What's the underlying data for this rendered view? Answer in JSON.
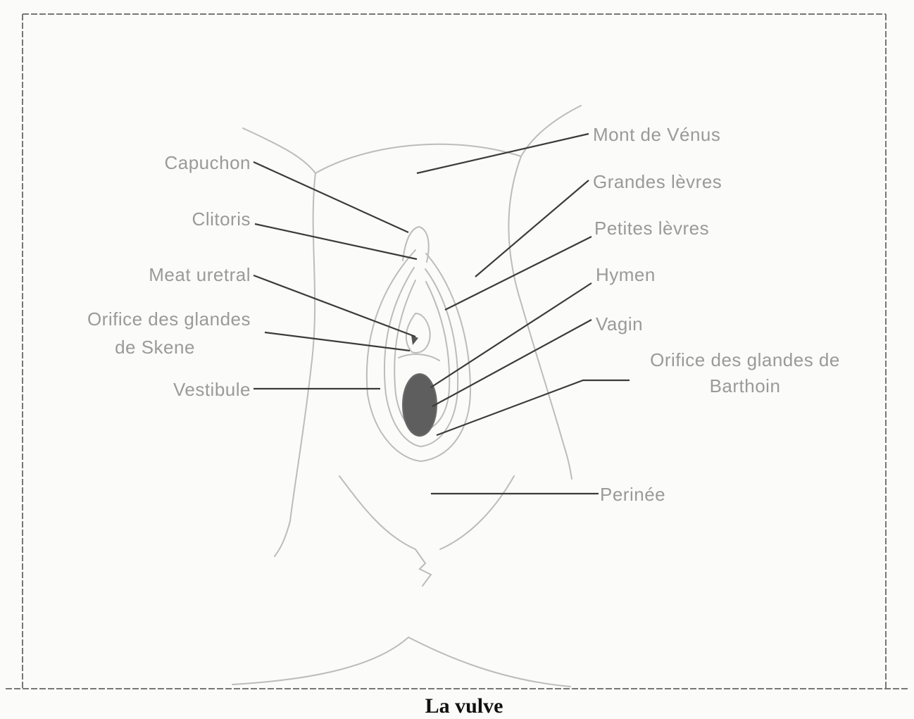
{
  "caption": "La vulve",
  "labels": {
    "mont_de_venus": "Mont de Vénus",
    "capuchon": "Capuchon",
    "grandes_levres": "Grandes lèvres",
    "clitoris": "Clitoris",
    "petites_levres": "Petites lèvres",
    "meat_uretral": "Meat uretral",
    "hymen": "Hymen",
    "orifice_skene_line1": "Orifice des glandes",
    "orifice_skene_line2": "de Skene",
    "vagin": "Vagin",
    "orifice_bartholin_line1": "Orifice des glandes de",
    "orifice_bartholin_line2": "Barthoin",
    "vestibule": "Vestibule",
    "perinee": "Perinée"
  },
  "colors": {
    "background": "#fbfbf9",
    "frame": "#777777",
    "leader_lines": "#3b3b3b",
    "outline": "#bcbcbc",
    "label_text": "#9a9a9a",
    "caption_text": "#111111",
    "vaginal_opening": "#5e5e5e"
  }
}
